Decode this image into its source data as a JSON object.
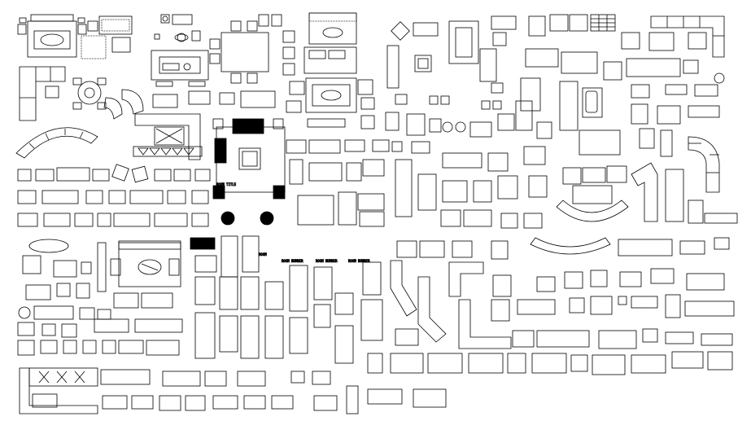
{
  "drawing": {
    "labels": [
      "ROOM TITLE",
      "ROOM",
      "ROOM NUMBER",
      "ROOM NUMBER",
      "ROOM NUMBER"
    ]
  }
}
